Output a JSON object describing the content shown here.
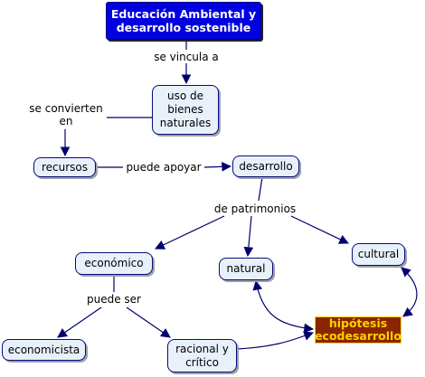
{
  "concept_map": {
    "nodes": {
      "root": "Educación Ambiental y desarrollo sostenible",
      "uso": "uso de bienes naturales",
      "recursos": "recursos",
      "desarrollo": "desarrollo",
      "economico": "económico",
      "natural": "natural",
      "cultural": "cultural",
      "economicista": "economicista",
      "racional": "racional y crítico",
      "hipotesis": "hipótesis ecodesarrollo"
    },
    "links": {
      "se_vincula": "se vincula a",
      "se_convierten": "se convierten en",
      "puede_apoyar": "puede apoyar",
      "de_patrimonios": "de patrimonios",
      "puede_ser": "puede ser"
    }
  },
  "colors": {
    "root_fill": "#0000e0",
    "node_fill": "#e8f0fa",
    "node_border": "#0a0a7a",
    "hyp_fill": "#8b2500",
    "hyp_text": "#ffd000",
    "edge": "#00006e"
  }
}
